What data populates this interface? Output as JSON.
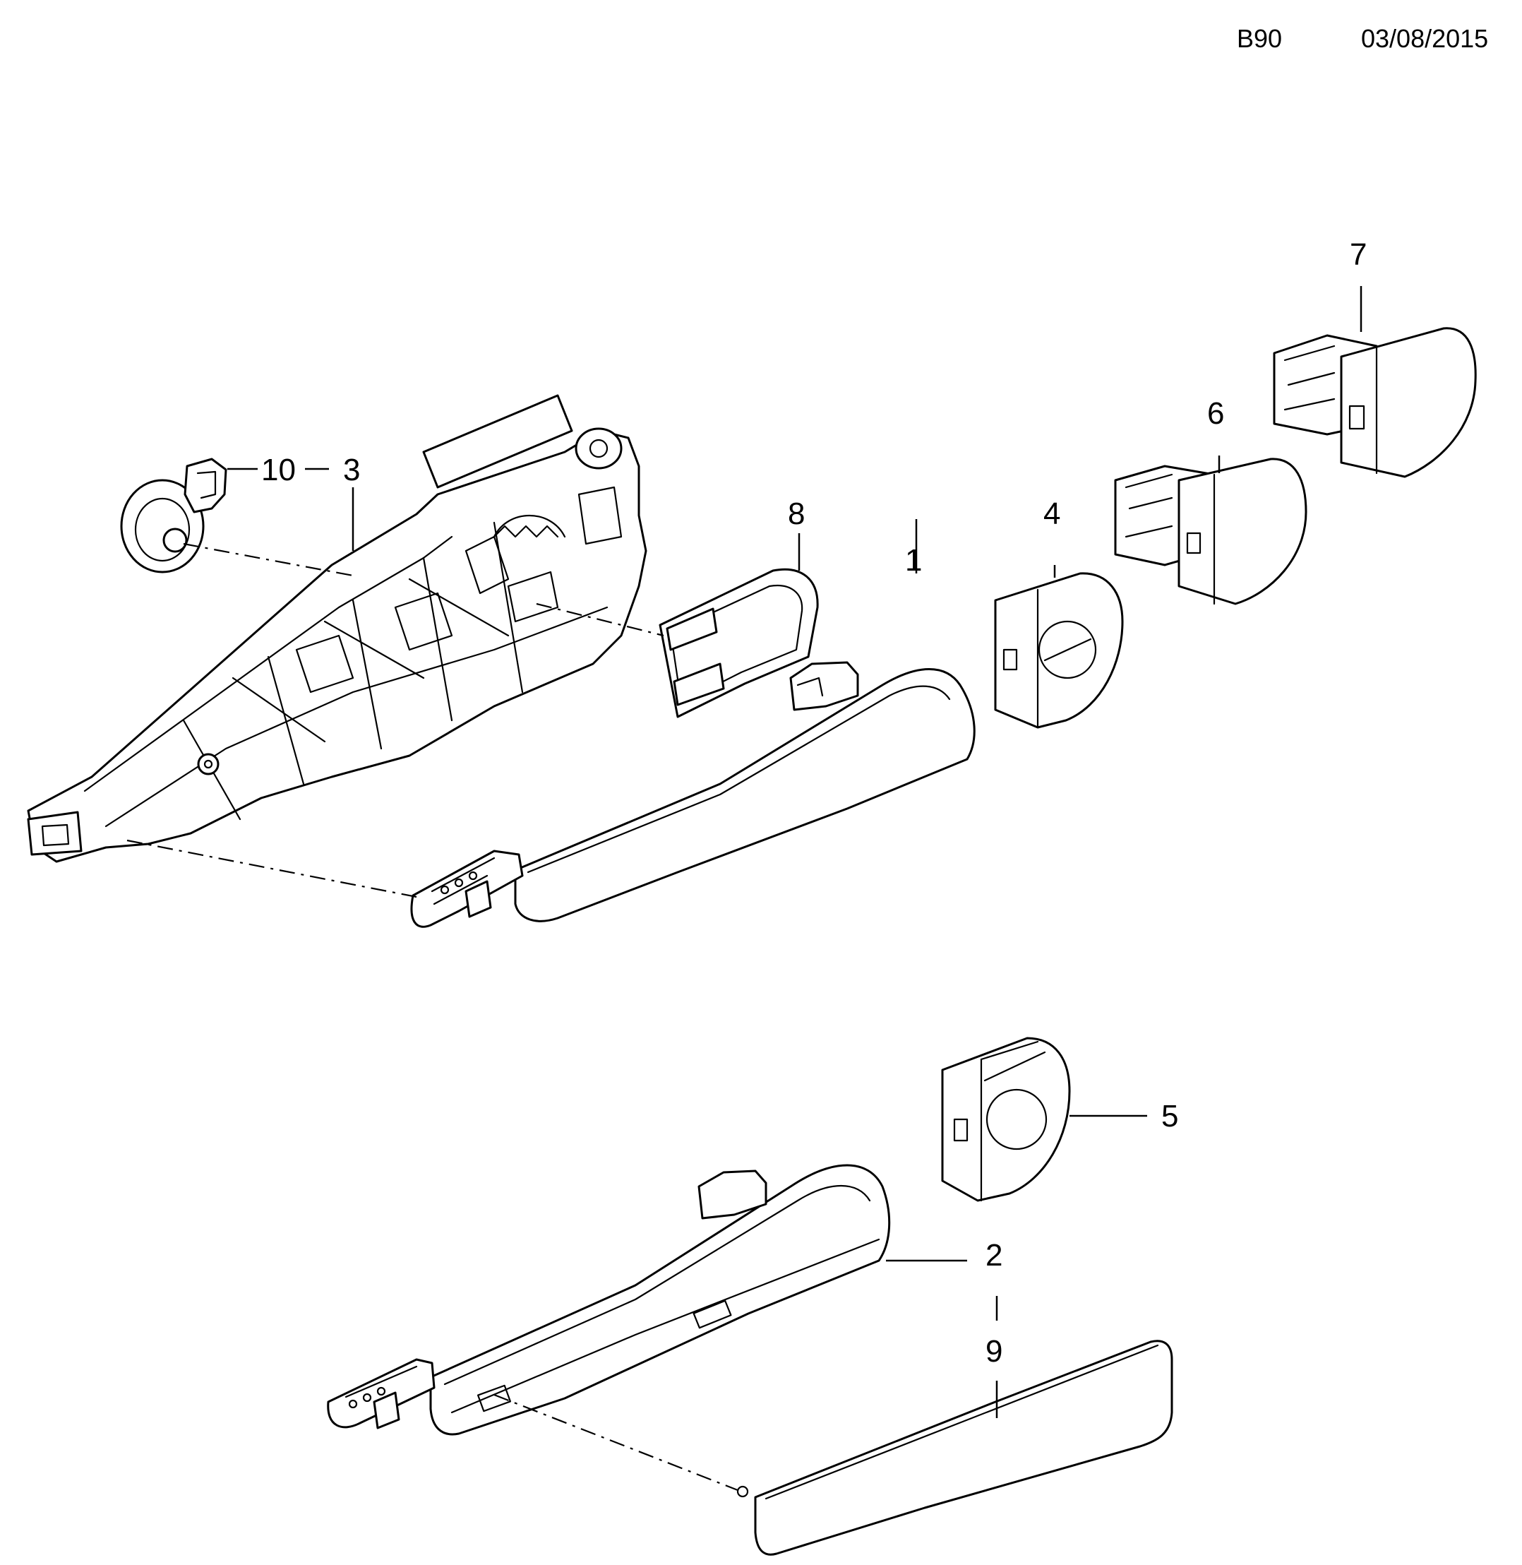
{
  "header": {
    "code": "B90",
    "date": "03/08/2015"
  },
  "callouts": [
    "1",
    "2",
    "3",
    "4",
    "5",
    "6",
    "7",
    "8",
    "9",
    "10"
  ]
}
